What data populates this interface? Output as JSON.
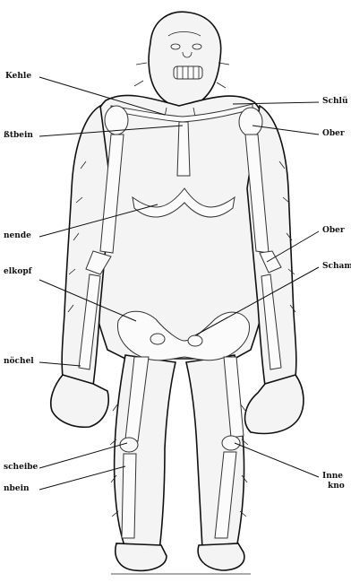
{
  "labels": {
    "kehle": "Kehle",
    "brustbein": "ßtbein",
    "rippenende": "nende",
    "gelenkkopf": "elkopf",
    "knoechel": "nöchel",
    "kniescheibe": "scheibe",
    "schienbein": "nbein",
    "schluesselbein": "Schlü",
    "oberarm_kopf": "Ober",
    "oberarm_knochen": "Ober",
    "schambein": "Scham",
    "innerer_line1": "Inne",
    "innerer_line2": "kno"
  },
  "colors": {
    "ink": "#111111",
    "paper": "#ffffff",
    "bone": "#fbfbfb"
  }
}
